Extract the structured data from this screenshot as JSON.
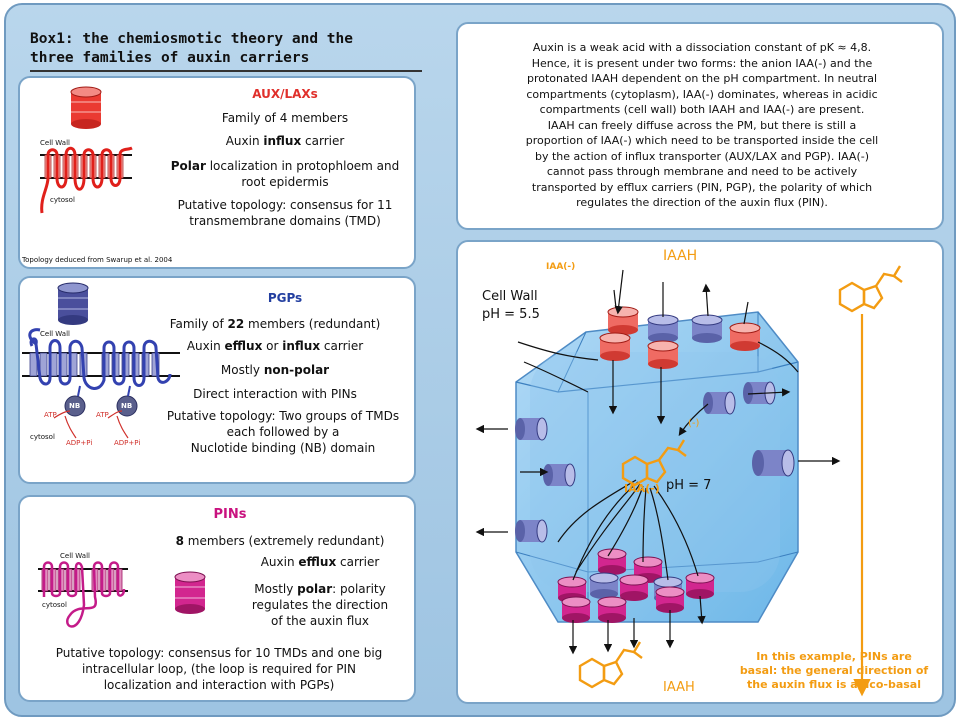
{
  "box_title_line1": "Box1: the chemiosmotic theory and the",
  "box_title_line2": "three families of auxin carriers",
  "aux": {
    "heading": "AUX/LAXs",
    "l1": "Family of 4 members",
    "l2_pre": "Auxin ",
    "l2_bold": "influx",
    "l2_post": " carrier",
    "l3_bold": "Polar",
    "l3_a": " localization in protophloem and",
    "l3_b": "root epidermis",
    "l4a": "Putative topology: consensus for 11",
    "l4b": "transmembrane domains (TMD)",
    "cellwall": "Cell Wall",
    "cytosol": "cytosol",
    "ref": "Topology deduced from Swarup et al. 2004"
  },
  "pgp": {
    "heading": "PGPs",
    "l1_pre": "Family of ",
    "l1_bold": "22",
    "l1_post": " members (redundant)",
    "l2_pre": "Auxin ",
    "l2_b1": "efflux",
    "l2_mid": " or ",
    "l2_b2": "influx",
    "l2_post": " carrier",
    "l3_pre": "Mostly ",
    "l3_bold": "non-polar",
    "l4": "Direct interaction with PINs",
    "l5a": "Putative topology: Two groups of TMDs",
    "l5b": "each followed by a",
    "l5c": "Nuclotide binding (NB) domain",
    "cellwall": "Cell Wall",
    "cytosol": "cytosol",
    "atp1": "ATP",
    "atp2": "ATP",
    "nb1": "NB",
    "nb2": "NB",
    "adp1": "ADP+Pi",
    "adp2": "ADP+Pi"
  },
  "pin": {
    "heading": "PINs",
    "l1_bold": "8",
    "l1_post": " members (extremely redundant)",
    "l2_pre": "Auxin ",
    "l2_bold": "efflux",
    "l2_post": " carrier",
    "l3_pre": "Mostly ",
    "l3_bold": "polar",
    "l3_a": ": polarity",
    "l3_b": "regulates the direction",
    "l3_c": "of the auxin flux",
    "l4a": "Putative topology: consensus for 10 TMDs and one big",
    "l4b": "intracellular loop, (the loop is required for PIN",
    "l4c": "localization and interaction with PGPs)",
    "cellwall": "Cell Wall",
    "cytosol": "cytosol"
  },
  "info": [
    "Auxin is a weak acid with a dissociation constant of  pK ≈ 4,8.",
    "Hence, it is present under two forms: the anion IAA(-) and the",
    "protonated IAAH dependent on the pH compartment. In neutral",
    "compartments (cytoplasm), IAA(-) dominates, whereas in acidic",
    "compartments (cell wall) both IAAH and IAA(-) are present.",
    "IAAH can freely diffuse across the PM, but there is still a",
    "proportion of IAA(-) which need to be transported inside the cell",
    "by the action of influx transporter (AUX/LAX and PGP). IAA(-)",
    "cannot pass through membrane and need to be actively",
    "transported by efflux carriers (PIN, PGP), the polarity of which",
    "regulates the direction of the auxin flux (PIN)."
  ],
  "cell": {
    "iaa_minus_top": "IAA(-)",
    "iaah_top": "IAAH",
    "cellwall": "Cell Wall",
    "ph_out": "pH = 5.5",
    "ph_in": "pH = 7",
    "iaa_in": "IAA(-)",
    "minus": "(-)",
    "iaah_bottom": "IAAH",
    "note1": "In this example, PINs are",
    "note2": "basal: the general direction of",
    "note3": "the auxin flux is apico-basal"
  },
  "colors": {
    "aux": "#e0302b",
    "pgp": "#3b46a0",
    "pin": "#c9127f",
    "auxin": "#f39c12",
    "frame": "#9ec4e2"
  }
}
